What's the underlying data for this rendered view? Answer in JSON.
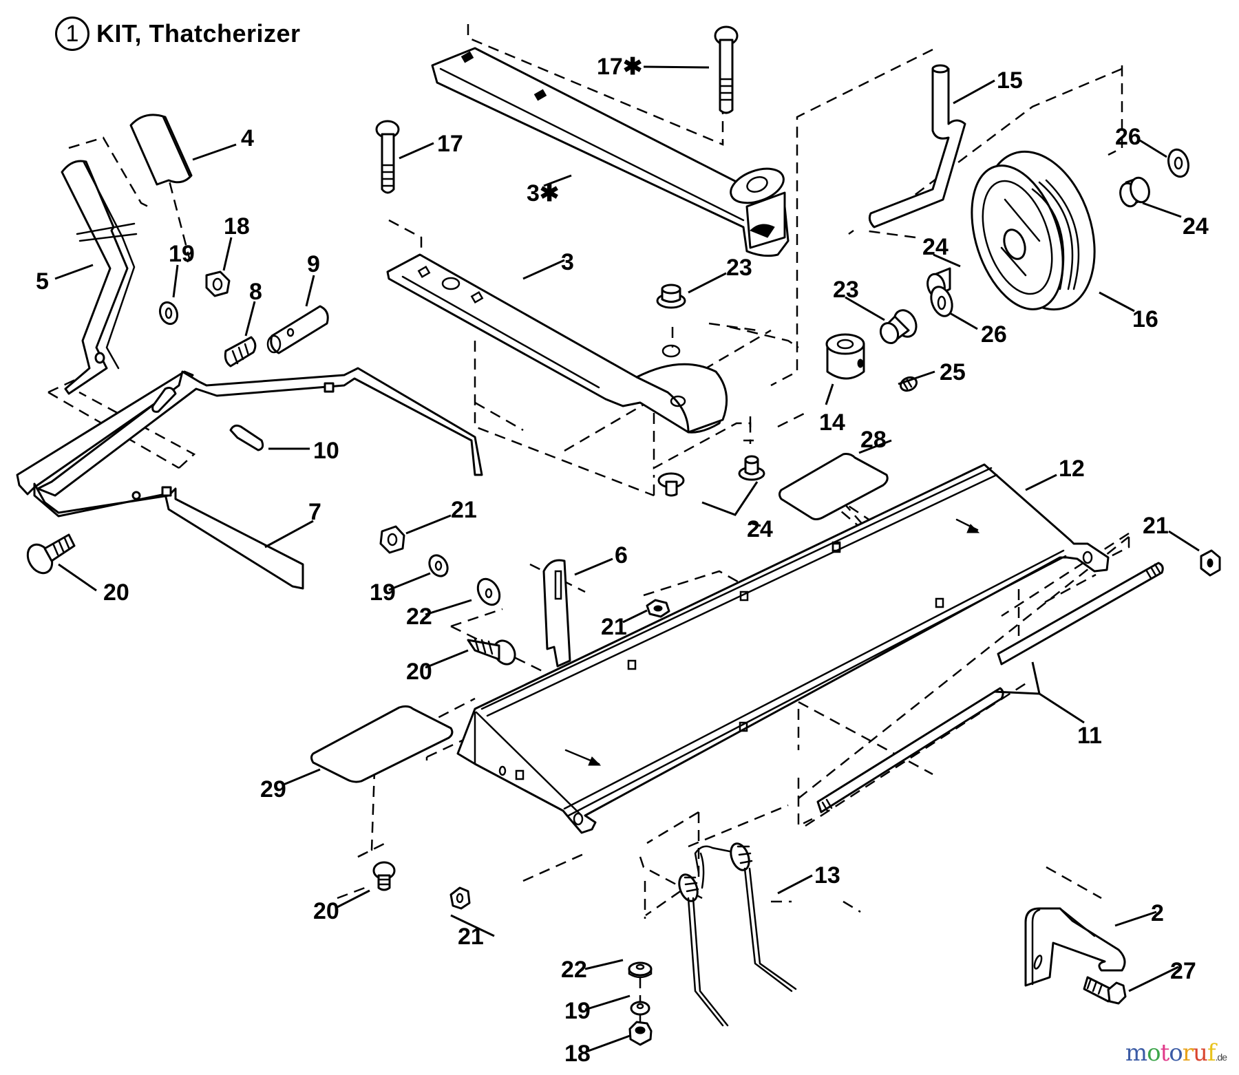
{
  "title": {
    "kit_number": "1",
    "label": "KIT, Thatcherizer"
  },
  "callouts": [
    {
      "id": "c4",
      "text": "4"
    },
    {
      "id": "c5",
      "text": "5"
    },
    {
      "id": "c19a",
      "text": "19"
    },
    {
      "id": "c18a",
      "text": "18"
    },
    {
      "id": "c8",
      "text": "8"
    },
    {
      "id": "c9",
      "text": "9"
    },
    {
      "id": "c10",
      "text": "10"
    },
    {
      "id": "c7",
      "text": "7"
    },
    {
      "id": "c20a",
      "text": "20"
    },
    {
      "id": "c17star",
      "text": "17✱"
    },
    {
      "id": "c17",
      "text": "17"
    },
    {
      "id": "c3star",
      "text": "3✱"
    },
    {
      "id": "c3",
      "text": "3"
    },
    {
      "id": "c23a",
      "text": "23"
    },
    {
      "id": "c15",
      "text": "15"
    },
    {
      "id": "c26a",
      "text": "26"
    },
    {
      "id": "c24a",
      "text": "24"
    },
    {
      "id": "c24b",
      "text": "24"
    },
    {
      "id": "c23b",
      "text": "23"
    },
    {
      "id": "c26b",
      "text": "26"
    },
    {
      "id": "c16",
      "text": "16"
    },
    {
      "id": "c25",
      "text": "25"
    },
    {
      "id": "c14",
      "text": "14"
    },
    {
      "id": "c28",
      "text": "28"
    },
    {
      "id": "c12",
      "text": "12"
    },
    {
      "id": "c24c",
      "text": "24"
    },
    {
      "id": "c21a",
      "text": "21"
    },
    {
      "id": "c19b",
      "text": "19"
    },
    {
      "id": "c22a",
      "text": "22"
    },
    {
      "id": "c20b",
      "text": "20"
    },
    {
      "id": "c6",
      "text": "6"
    },
    {
      "id": "c21b",
      "text": "21"
    },
    {
      "id": "c21c",
      "text": "21"
    },
    {
      "id": "c11",
      "text": "11"
    },
    {
      "id": "c29",
      "text": "29"
    },
    {
      "id": "c20c",
      "text": "20"
    },
    {
      "id": "c21d",
      "text": "21"
    },
    {
      "id": "c13",
      "text": "13"
    },
    {
      "id": "c22b",
      "text": "22"
    },
    {
      "id": "c19c",
      "text": "19"
    },
    {
      "id": "c18b",
      "text": "18"
    },
    {
      "id": "c2",
      "text": "2"
    },
    {
      "id": "c27",
      "text": "27"
    }
  ],
  "watermark": {
    "letters": [
      "m",
      "o",
      "t",
      "o",
      "r",
      "u",
      "f"
    ],
    "colors": [
      "#3b5ba5",
      "#3ca54a",
      "#e03a8a",
      "#3b5ba5",
      "#e8a21a",
      "#d9452f",
      "#e8c21a"
    ],
    "suffix": ".de"
  }
}
